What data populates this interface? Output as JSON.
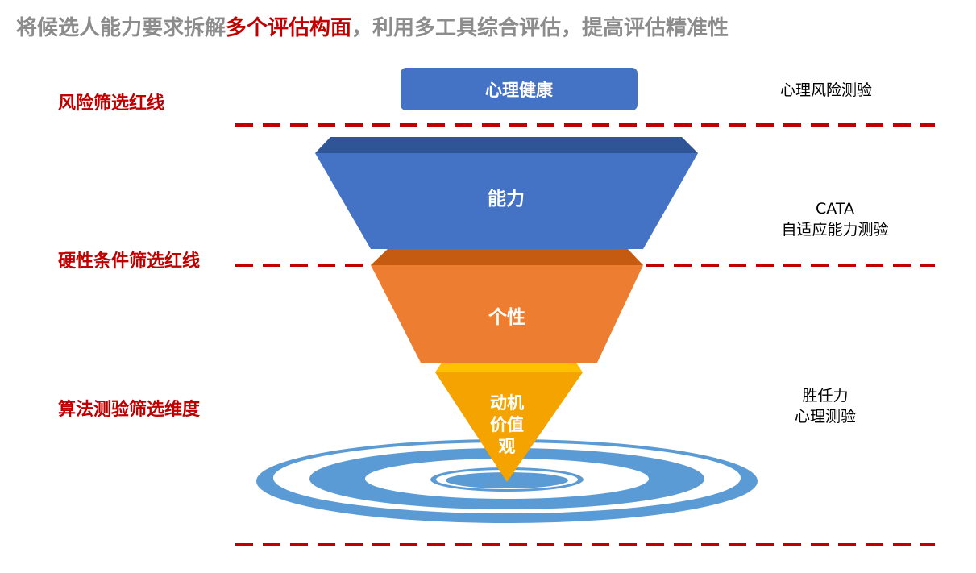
{
  "header": {
    "title_part1": "将候选人能力要求拆解",
    "title_highlight": "多个评估构面",
    "title_part2": "，利用多工具综合评估，提高评估精准性"
  },
  "left_labels": {
    "risk": "风险筛选红线",
    "hard_conditions": "硬性条件筛选红线",
    "algorithm": "算法测验筛选维度"
  },
  "layers": {
    "mental_health": "心理健康",
    "ability": "能力",
    "personality": "个性",
    "motivation_line1": "动机",
    "motivation_line2": "价值",
    "motivation_line3": "观"
  },
  "right_labels": {
    "risk_test": "心理风险测验",
    "cata_line1": "CATA",
    "cata_line2": "自适应能力测验",
    "competency_line1": "胜任力",
    "competency_line2": "心理测验"
  },
  "colors": {
    "accent_red": "#c00000",
    "blue": "#4472c4",
    "orange": "#ed7d31",
    "gold": "#f4a300",
    "ripple_blue": "#5b9bd5"
  }
}
